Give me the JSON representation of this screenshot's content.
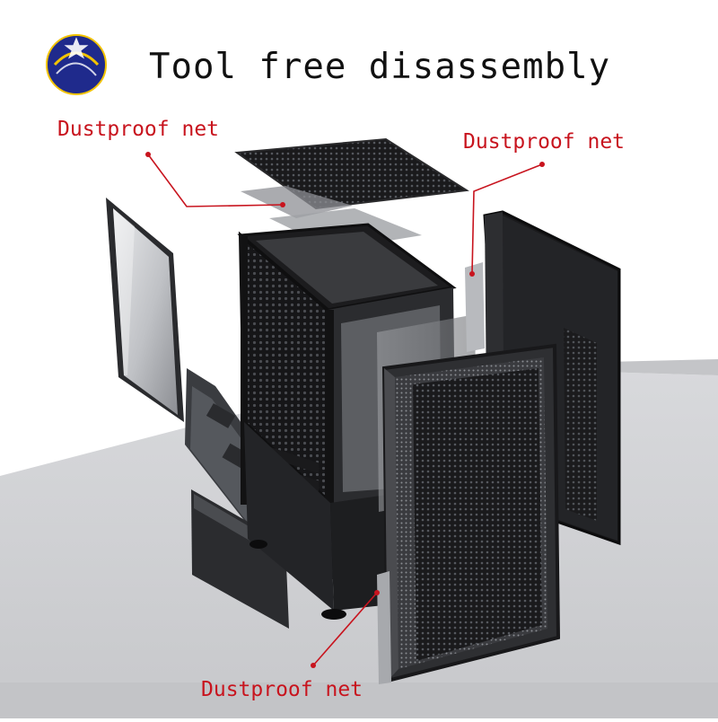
{
  "title": "Tool free disassembly",
  "callouts": [
    "Dustproof net",
    "Dustproof net",
    "Dustproof net"
  ],
  "logo_icon": "brand-globe-logo",
  "colors": {
    "callout_text": "#c8141e",
    "title_text": "#111111",
    "logo_blue": "#1f2a8c",
    "logo_yellow": "#f2c300"
  }
}
